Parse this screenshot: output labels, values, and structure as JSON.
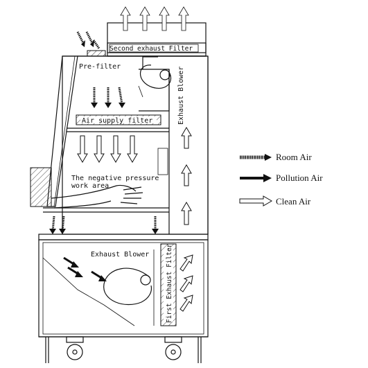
{
  "labels": {
    "second_exhaust_filter": "Second exhaust Filter",
    "pre_filter": "Pre-filter",
    "exhaust_blower_top": "Exhaust Blower",
    "air_supply_filter": "Air supply filter",
    "work_area_line1": "The negative pressure",
    "work_area_line2": "work area",
    "exhaust_blower_bottom": "Exhaust Blower",
    "first_exhaust_filter": "First Exhaust Filter"
  },
  "legend": {
    "room_air": "Room Air",
    "pollution_air": "Pollution Air",
    "clean_air": "Clean Air"
  }
}
